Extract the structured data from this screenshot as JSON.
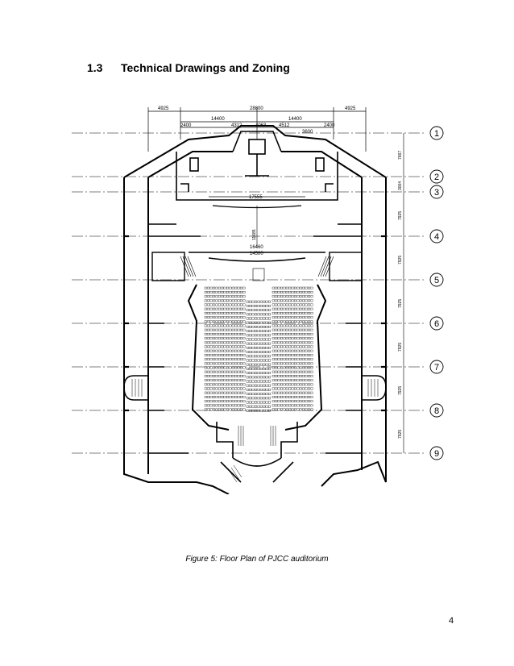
{
  "section": {
    "number": "1.3",
    "title": "Technical Drawings and Zoning"
  },
  "figure": {
    "caption": "Figure 5: Floor Plan of PJCC auditorium",
    "grid_labels": [
      "1",
      "2",
      "3",
      "4",
      "5",
      "6",
      "7",
      "8",
      "9"
    ],
    "top_dims": [
      "4925",
      "28800",
      "4925",
      "14400",
      "14400",
      "2400",
      "4312",
      "4063",
      "4512",
      "2400",
      "3600"
    ],
    "right_dims": [
      "7667",
      "3004",
      "7925",
      "7925",
      "7925",
      "7925",
      "7925",
      "7925"
    ],
    "inner_dims": [
      "17555",
      "11685",
      "16460",
      "14500"
    ]
  },
  "page": {
    "number": "4"
  }
}
